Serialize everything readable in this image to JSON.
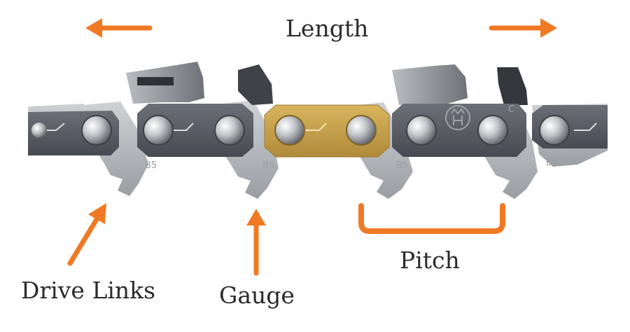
{
  "labels": {
    "length": "Length",
    "drive_links": "Drive Links",
    "gauge": "Gauge",
    "pitch": "Pitch"
  },
  "stamps": {
    "link_code": "B5",
    "cutter_letter": "C"
  },
  "colors": {
    "arrow": "#f07a24",
    "highlight_link": "#c9a24a",
    "chain_plate": "#5b5f66",
    "drive_link": "#aeb2b6",
    "cutter": "#8e9297",
    "text": "#2b2b2b"
  },
  "icons": {
    "brand_logo": "husqvarna-crown-logo"
  }
}
